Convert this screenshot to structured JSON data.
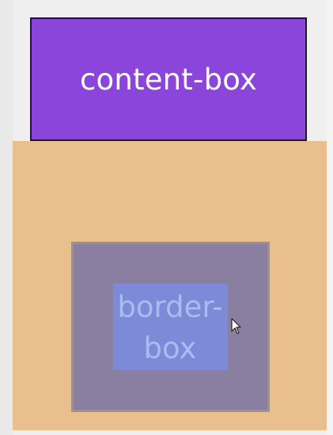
{
  "boxes": {
    "content_box_label": "content-box",
    "border_box_label_line1": "border-",
    "border_box_label_line2": "box"
  },
  "colors": {
    "content_box_fill": "#8b45da",
    "margin_area_fill": "#e8bf8d",
    "border_box_fill": "#8a7fa0",
    "inner_content_fill": "#7d8ad8"
  },
  "icons": {
    "cursor": "mouse-pointer-icon"
  }
}
